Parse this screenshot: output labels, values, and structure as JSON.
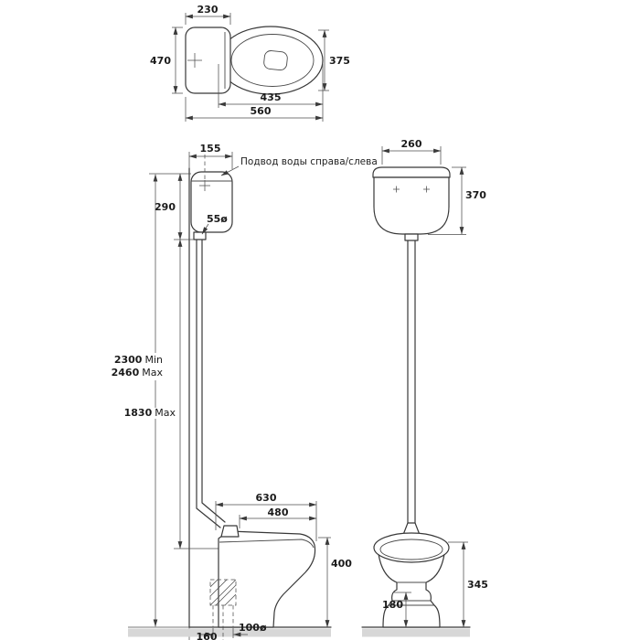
{
  "annotation": {
    "water_supply": "Подвод воды справа/слева"
  },
  "top_view": {
    "cistern_depth": "230",
    "overall_width": "470",
    "bowl_width": "375",
    "bowl_length": "435",
    "overall_length": "560"
  },
  "side_view": {
    "cistern_depth": "155",
    "cistern_height": "290",
    "flush_pipe_diameter": "55ø",
    "install_height_min": "2300",
    "install_height_min_unit": "Min",
    "install_height_max": "2460",
    "install_height_max_unit": "Max",
    "flush_pipe_length": "1830",
    "flush_pipe_length_unit": "Max",
    "overall_depth": "630",
    "bowl_depth": "480",
    "bowl_height": "400",
    "outlet_diameter": "100ø",
    "outlet_offset": "160"
  },
  "front_view": {
    "cistern_width": "260",
    "cistern_height": "370",
    "bowl_height": "345",
    "outlet_height": "180"
  }
}
